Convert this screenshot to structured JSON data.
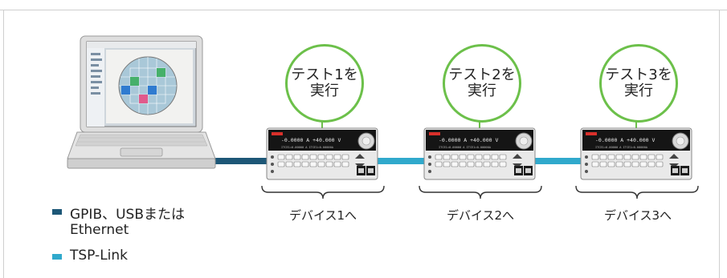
{
  "colors": {
    "gpib": "#1d5777",
    "tsp": "#30a9cc",
    "bubble": "#6cc04a"
  },
  "devices": [
    {
      "bubble_line1": "テスト1を",
      "bubble_line2": "実行",
      "label": "デバイス1へ",
      "display_line1": "-0.0000 A +40.000 V",
      "display_line2": "ITCE1=0.00000 A ITCE1=0.00000A"
    },
    {
      "bubble_line1": "テスト2を",
      "bubble_line2": "実行",
      "label": "デバイス2へ",
      "display_line1": "-0.0000 A +40.000 V",
      "display_line2": "ITCE1=0.00000 A ITCE1=0.00000A"
    },
    {
      "bubble_line1": "テスト3を",
      "bubble_line2": "実行",
      "label": "デバイス3へ",
      "display_line1": "-0.0000 A +40.000 V",
      "display_line2": "ITCE1=0.00000 A ITCE1=0.00000A"
    }
  ],
  "legend": {
    "gpib_line1": "GPIB、USBまたは",
    "gpib_line2": "Ethernet",
    "tsp": "TSP-Link"
  }
}
